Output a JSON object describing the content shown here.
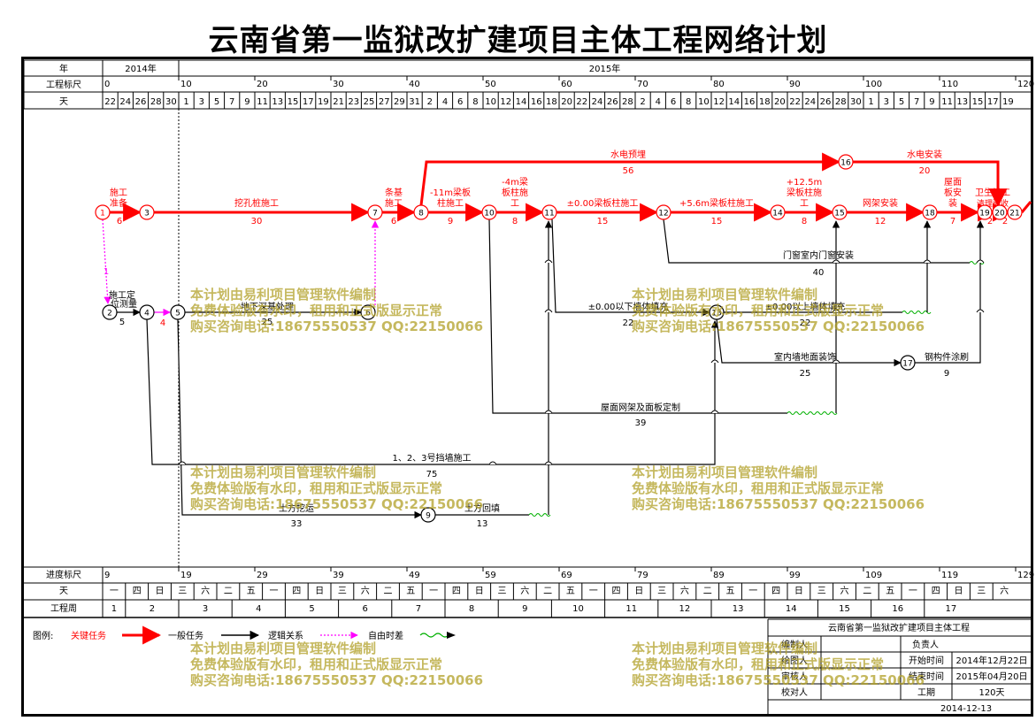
{
  "title": "云南省第一监狱改扩建项目主体工程网络计划",
  "header_rows": {
    "year_label": "年",
    "years": [
      "2014年",
      "2015年"
    ],
    "scale_label": "工程标尺",
    "scale_ticks": [
      "0",
      "10",
      "20",
      "30",
      "40",
      "50",
      "60",
      "70",
      "80",
      "90",
      "100",
      "110",
      "120"
    ],
    "day_label": "天",
    "days": [
      "22",
      "24",
      "26",
      "28",
      "30",
      "1",
      "3",
      "5",
      "7",
      "9",
      "11",
      "13",
      "15",
      "17",
      "19",
      "21",
      "23",
      "25",
      "27",
      "29",
      "31",
      "2",
      "4",
      "6",
      "8",
      "10",
      "12",
      "14",
      "16",
      "18",
      "20",
      "22",
      "24",
      "26",
      "28",
      "2",
      "4",
      "6",
      "8",
      "10",
      "12",
      "14",
      "16",
      "18",
      "20",
      "22",
      "24",
      "26",
      "28",
      "30",
      "1",
      "3",
      "5",
      "7",
      "9",
      "11",
      "13",
      "15",
      "17",
      "19"
    ]
  },
  "footer_rows": {
    "progress_label": "进度标尺",
    "progress_ticks": [
      "9",
      "19",
      "29",
      "39",
      "49",
      "59",
      "69",
      "79",
      "89",
      "99",
      "109",
      "119",
      "129"
    ],
    "weekday_label": "天",
    "weekdays": [
      "一",
      "四",
      "日",
      "三",
      "六",
      "二",
      "五",
      "一",
      "四",
      "日",
      "三",
      "六",
      "二",
      "五",
      "一",
      "四",
      "日",
      "三",
      "六",
      "二",
      "五",
      "一",
      "四",
      "日",
      "三",
      "六",
      "二",
      "五",
      "一",
      "四",
      "日",
      "三",
      "六",
      "二",
      "五",
      "一",
      "四",
      "日",
      "三",
      "六"
    ],
    "week_label": "工程周",
    "weeks": [
      "1",
      "2",
      "3",
      "4",
      "5",
      "6",
      "7",
      "8",
      "9",
      "10",
      "11",
      "12",
      "13",
      "14",
      "15",
      "16",
      "17"
    ]
  },
  "nodes": [
    "1",
    "2",
    "3",
    "4",
    "5",
    "6",
    "7",
    "8",
    "9",
    "10",
    "11",
    "12",
    "13",
    "14",
    "15",
    "16",
    "17",
    "18",
    "19",
    "20",
    "21"
  ],
  "tasks": [
    {
      "name": "施工准备",
      "duration": "6",
      "critical": true
    },
    {
      "name": "挖孔桩施工",
      "duration": "30",
      "critical": true
    },
    {
      "name": "条基施工",
      "duration": "6",
      "critical": true
    },
    {
      "name": "-11m梁板柱施工",
      "duration": "9",
      "critical": true
    },
    {
      "name": "-4m梁板柱施工",
      "duration": "8",
      "critical": true
    },
    {
      "name": "±0.00梁板柱施工",
      "duration": "15",
      "critical": true
    },
    {
      "name": "+5.6m梁板柱施工",
      "duration": "15",
      "critical": true
    },
    {
      "name": "+12.5m梁板柱施工",
      "duration": "8",
      "critical": true
    },
    {
      "name": "网架安装",
      "duration": "12",
      "critical": true
    },
    {
      "name": "屋面板安装",
      "duration": "7",
      "critical": true
    },
    {
      "name": "水电预埋",
      "duration": "56",
      "critical": true
    },
    {
      "name": "水电安装",
      "duration": "20",
      "critical": true
    },
    {
      "name": "卫生竣工清理验收",
      "duration": "2",
      "critical": true
    },
    {
      "name": "门窗室内门窗安装",
      "duration": "40",
      "critical": false
    },
    {
      "name": "施工定位测量",
      "duration": "5",
      "critical": false
    },
    {
      "name": "地下深基处理",
      "duration": "25",
      "critical": false
    },
    {
      "name": "±0.00以下墙体填充",
      "duration": "22",
      "critical": false
    },
    {
      "name": "±0.00以上墙体填充",
      "duration": "22",
      "critical": false
    },
    {
      "name": "室内墙地面装饰",
      "duration": "25",
      "critical": false
    },
    {
      "name": "钢构件涂刷",
      "duration": "9",
      "critical": false
    },
    {
      "name": "屋面网架及面板定制",
      "duration": "39",
      "critical": false
    },
    {
      "name": "1、2、3号挡墙施工",
      "duration": "75",
      "critical": false
    },
    {
      "name": "土方挖运",
      "duration": "33",
      "critical": false
    },
    {
      "name": "土方回填",
      "duration": "13",
      "critical": false
    }
  ],
  "misc_labels": {
    "float_1": "1",
    "float_4": "4"
  },
  "legend": {
    "label": "图例:",
    "critical": "关键任务",
    "normal": "一般任务",
    "logic": "逻辑关系",
    "free_float": "自由时差"
  },
  "info_table": {
    "project": "云南省第一监狱改扩建项目主体工程",
    "editor_label": "编制人",
    "owner_label": "负责人",
    "drawer_label": "绘图人",
    "start_label": "开始时间",
    "start_value": "2014年12月22日",
    "reviewer_label": "审核人",
    "end_label": "结束时间",
    "end_value": "2015年04月20日",
    "checker_label": "校对人",
    "duration_label": "工期",
    "duration_value": "120天",
    "date": "2014-12-13"
  },
  "watermark": [
    "本计划由易利项目管理软件编制",
    "免费体验版有水印，租用和正式版显示正常",
    "购买咨询电话:18675550537 QQ:22150066"
  ],
  "colors": {
    "critical": "#ff0000",
    "normal": "#000000",
    "free_float": "#ff00ff",
    "wave": "#00b000",
    "watermark": "#b2a028"
  }
}
